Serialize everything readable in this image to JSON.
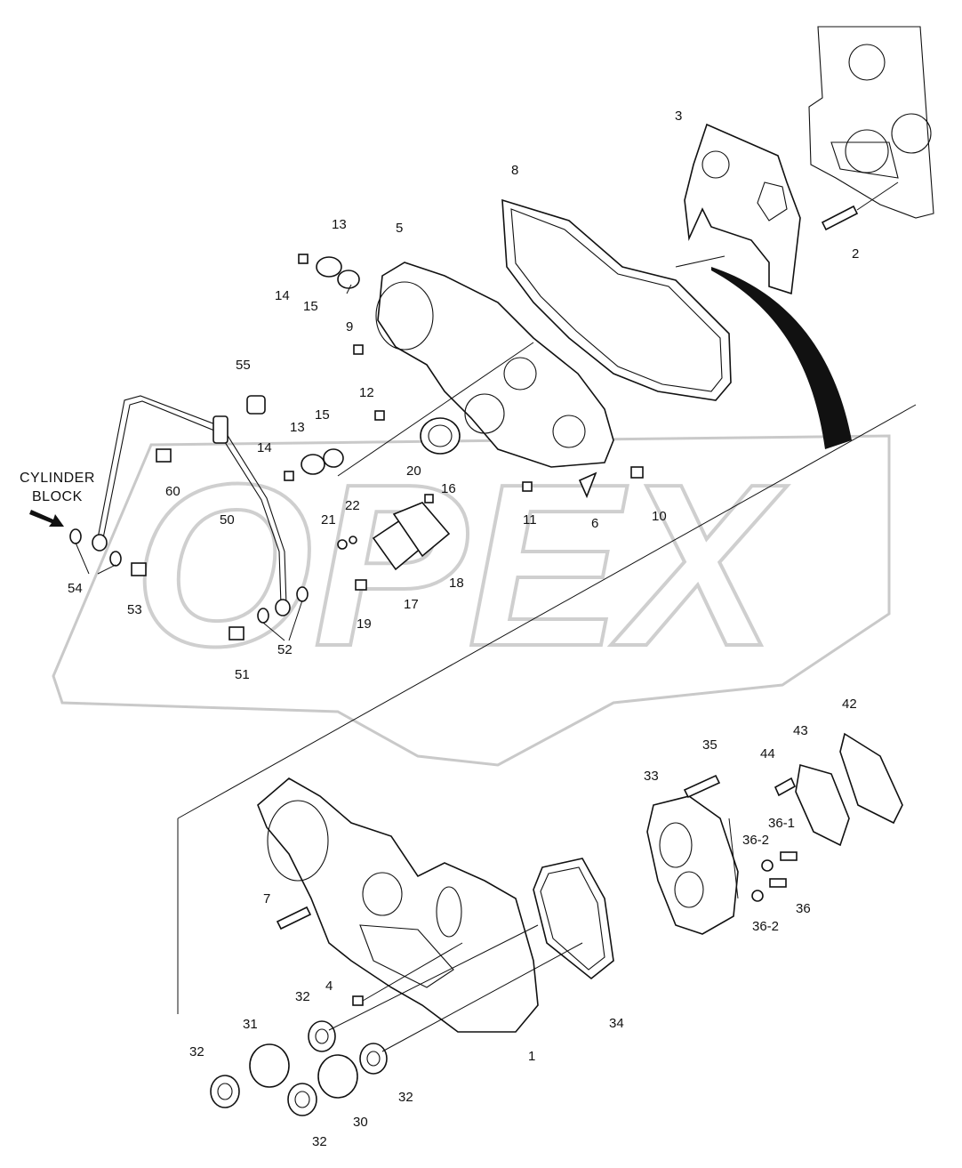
{
  "watermark": {
    "text": "OPEX"
  },
  "side_note": {
    "line1": "CYLINDER",
    "line2": "BLOCK"
  },
  "callouts": {
    "c1": "1",
    "c2": "2",
    "c3": "3",
    "c4": "4",
    "c5": "5",
    "c6": "6",
    "c7": "7",
    "c8": "8",
    "c9": "9",
    "c10": "10",
    "c11": "11",
    "c12": "12",
    "c13a": "13",
    "c13b": "13",
    "c14a": "14",
    "c14b": "14",
    "c15a": "15",
    "c15b": "15",
    "c16": "16",
    "c17": "17",
    "c18": "18",
    "c19": "19",
    "c20": "20",
    "c21": "21",
    "c22": "22",
    "c30": "30",
    "c31": "31",
    "c32a": "32",
    "c32b": "32",
    "c32c": "32",
    "c32d": "32",
    "c33": "33",
    "c34": "34",
    "c35": "35",
    "c36": "36",
    "c36_1": "36-1",
    "c36_2a": "36-2",
    "c36_2b": "36-2",
    "c42": "42",
    "c43": "43",
    "c44": "44",
    "c50": "50",
    "c51": "51",
    "c52": "52",
    "c53": "53",
    "c54": "54",
    "c55": "55",
    "c60": "60"
  }
}
